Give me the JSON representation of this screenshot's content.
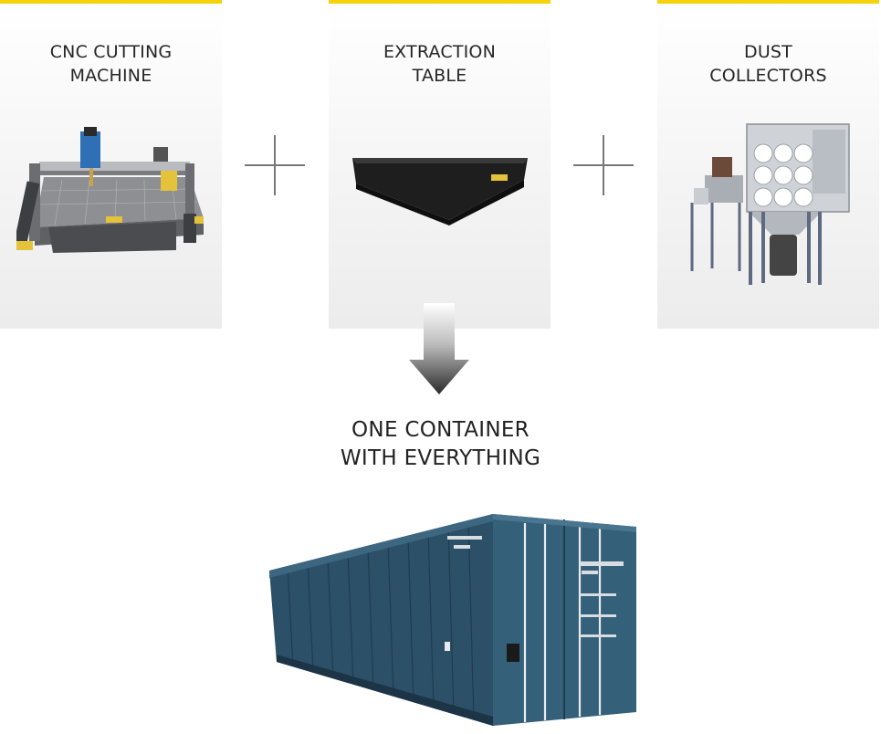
{
  "cards": [
    {
      "line1": "CNC CUTTING",
      "line2": "MACHINE",
      "image": "cnc-cutting-machine"
    },
    {
      "line1": "EXTRACTION",
      "line2": "TABLE",
      "image": "extraction-table"
    },
    {
      "line1": "DUST",
      "line2": "COLLECTORS",
      "image": "dust-collector"
    }
  ],
  "connectors": [
    "plus-icon",
    "plus-icon"
  ],
  "arrow": "down-arrow-icon",
  "result": {
    "line1": "ONE CONTAINER",
    "line2": "WITH EVERYTHING",
    "image": "shipping-container"
  },
  "colors": {
    "accent": "#f5d20a",
    "container": "#2c5068",
    "table": "#2a2a2a"
  }
}
